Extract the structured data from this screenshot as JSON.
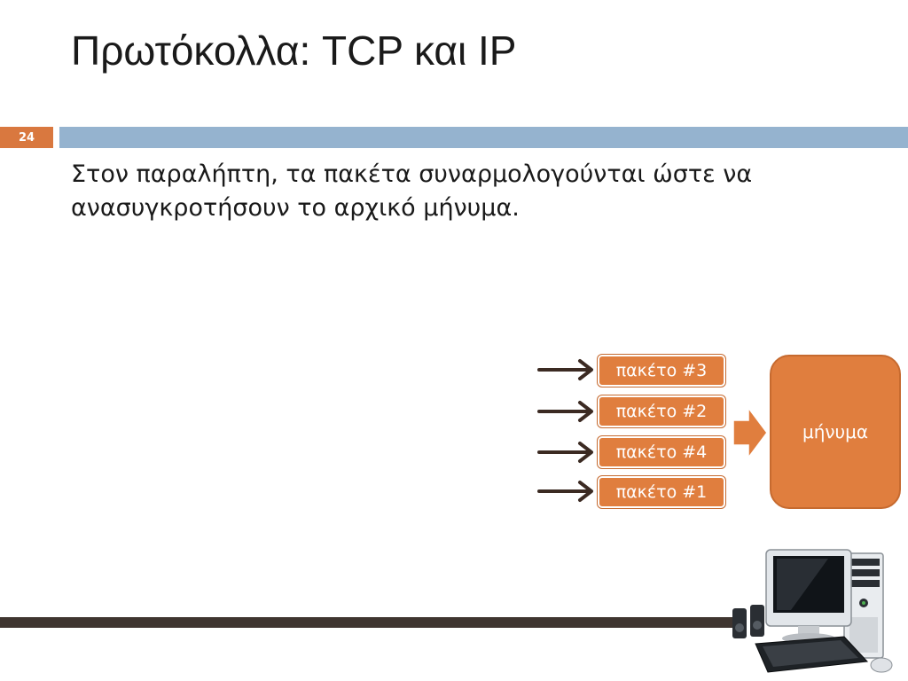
{
  "slide": {
    "title": "Πρωτόκολλα: TCP και IP",
    "number": "24",
    "body": "Στον παραλήπτη, τα πακέτα συναρμολογούνται ώστε να ανασυγκροτήσουν το αρχικό μήνυμα."
  },
  "diagram": {
    "packets": [
      "πακέτο #3",
      "πακέτο #2",
      "πακέτο #4",
      "πακέτο #1"
    ],
    "message": "μήνυμα"
  },
  "colors": {
    "accent": "#e07e3e",
    "header_bar": "#95b3cf",
    "footer_bar": "#3f3530",
    "arrow": "#3b2a22"
  },
  "icons": [
    "arrow-right-icon",
    "merge-arrow-icon",
    "desktop-computer-icon"
  ]
}
